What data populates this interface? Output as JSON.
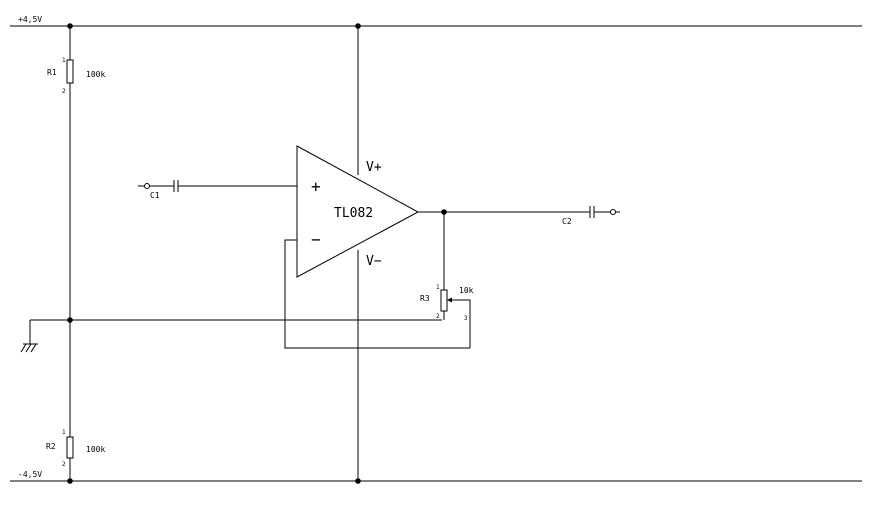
{
  "rails": {
    "positive_label": "+4,5V",
    "negative_label": "-4,5V"
  },
  "resistors": {
    "r1": {
      "ref": "R1",
      "value": "100k",
      "pin_top": "1",
      "pin_bottom": "2"
    },
    "r2": {
      "ref": "R2",
      "value": "100k",
      "pin_top": "1",
      "pin_bottom": "2"
    },
    "r3": {
      "ref": "R3",
      "value": "10k",
      "pin_top": "1",
      "pin_bottom": "2",
      "pin_wiper": "3"
    }
  },
  "capacitors": {
    "c1": {
      "ref": "C1"
    },
    "c2": {
      "ref": "C2"
    }
  },
  "opamp": {
    "part": "TL082",
    "plus_sign": "+",
    "minus_sign": "−",
    "vplus": "V+",
    "vminus": "V−"
  }
}
